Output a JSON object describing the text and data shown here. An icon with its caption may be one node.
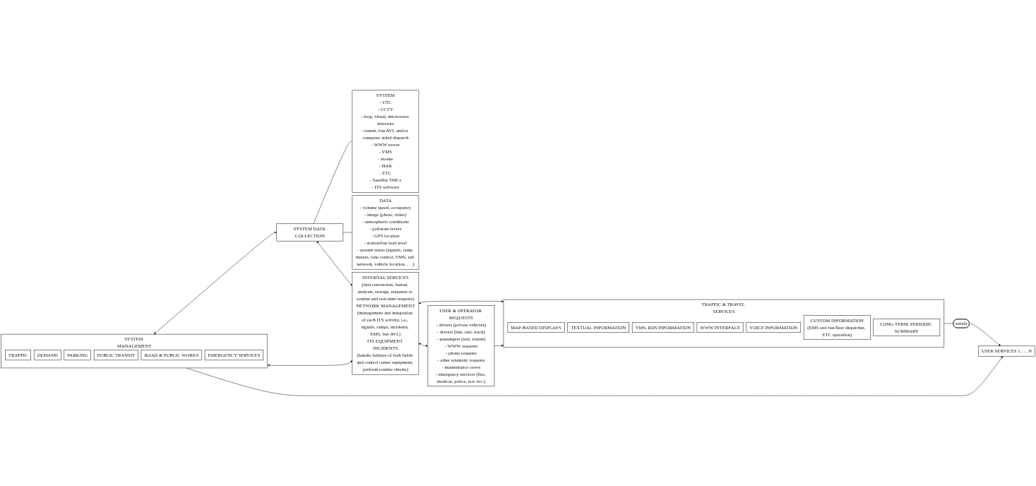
{
  "diagram": {
    "nodes": [
      {
        "text": [
          "SYSTEM MANAGEMENT"
        ]
      },
      {
        "text": [
          "TRAFFIC"
        ],
        "in": 0
      },
      {
        "text": [
          "DEMAND"
        ],
        "in": 0
      },
      {
        "text": [
          "PARKING"
        ],
        "in": 0
      },
      {
        "text": [
          "PUBLIC TRANSIT"
        ],
        "in": 0
      },
      {
        "text": [
          "ROAD & PUBLIC WORKS"
        ],
        "in": 0
      },
      {
        "text": [
          "EMERGENCY SERVICES"
        ],
        "in": 0
      },
      {
        "text": [
          "SYSTEM DATA COLLECTION"
        ]
      },
      {
        "text": [
          "SYSTEM",
          "- UTC",
          "- CCTV",
          "- loop, visual, microwave detectors",
          "- transit, bus AVL and/or computer aided dispatch",
          "- WWW server",
          "- VMS",
          "- kiosks",
          "- HAR",
          "- ETC",
          "- Satellite TMCs",
          "- ITS software"
        ]
      },
      {
        "text": [
          "DATA",
          "- volume speed, occupancy",
          "- image (photo, video)",
          "- atmospheric conditions",
          "- pollutant levels",
          "- GPS location",
          "- station/bus load level",
          "- system states (signals, ramp meters, lane control, VMS, rail network, vehicle location, . . .)"
        ]
      },
      {
        "text": [
          "INTERNAL SERVICES",
          "(data conversion, fusion, analysis, storage, response to routine and real-time requests)",
          "NETWORK MANAGEMENT",
          "(management and integration of each ITS activity, i.e., signals, ramps, incidents, EMS, bus AVL)",
          "ITS EQUIPMENT INCIDENTS",
          "(handle failures of both fields and control center equipment; perform routine checks)"
        ]
      },
      {
        "text": [
          "USER & OPERATOR REQUESTS",
          "- drivers (private vehicles)",
          "- drivers (bus, taxi, truck)",
          "- passengers (taxi, transit)",
          "- WWW requests",
          "- phone requests",
          "- other telematic requests",
          "- maintenance crews",
          "- emergency services (fire, medical, police, tow svc.)"
        ]
      },
      {
        "text": [
          "TRAFFIC & TRAVEL SERVICES"
        ]
      },
      {
        "text": [
          "MAP-BASED DISPLAYS"
        ],
        "in": 12
      },
      {
        "text": [
          "TEXTUAL INFORMATION"
        ],
        "in": 12
      },
      {
        "text": [
          "VMS, RDS INFORMATION"
        ],
        "in": 12
      },
      {
        "text": [
          "WWW INTERFACE"
        ],
        "in": 12
      },
      {
        "text": [
          "VOICE INFORMATION"
        ],
        "in": 12
      },
      {
        "text": [
          "CUSTOM INFORMATION",
          "(EMS and bus/fleet dispatcher, ETC operation)"
        ],
        "in": 12
      },
      {
        "text": [
          "LONG-TERM, PERIODIC SUMMARY"
        ],
        "in": 12
      },
      {
        "text": [
          "USER SERVICES 1 . . . N"
        ]
      },
      {
        "text": [
          "satisfy"
        ]
      }
    ],
    "edges": [
      {
        "from": 0,
        "to": 10,
        "arrow": "both"
      },
      {
        "from": 10,
        "to": 12,
        "arrow": "both"
      },
      {
        "from": 0,
        "to": 7,
        "arrow": "both"
      },
      {
        "from": 7,
        "to": 10,
        "arrow": "both"
      },
      {
        "from": 10,
        "to": 11,
        "arrow": "both"
      },
      {
        "from": 11,
        "to": 12,
        "arrow": "to"
      },
      {
        "from": 7,
        "to": 8,
        "arrow": "none"
      },
      {
        "from": 7,
        "to": 9,
        "arrow": "none"
      },
      {
        "from": 0,
        "to": 20,
        "arrow": "to"
      },
      {
        "from": 12,
        "to": 21,
        "arrow": "none"
      },
      {
        "from": 21,
        "to": 20,
        "arrow": "to"
      }
    ]
  }
}
